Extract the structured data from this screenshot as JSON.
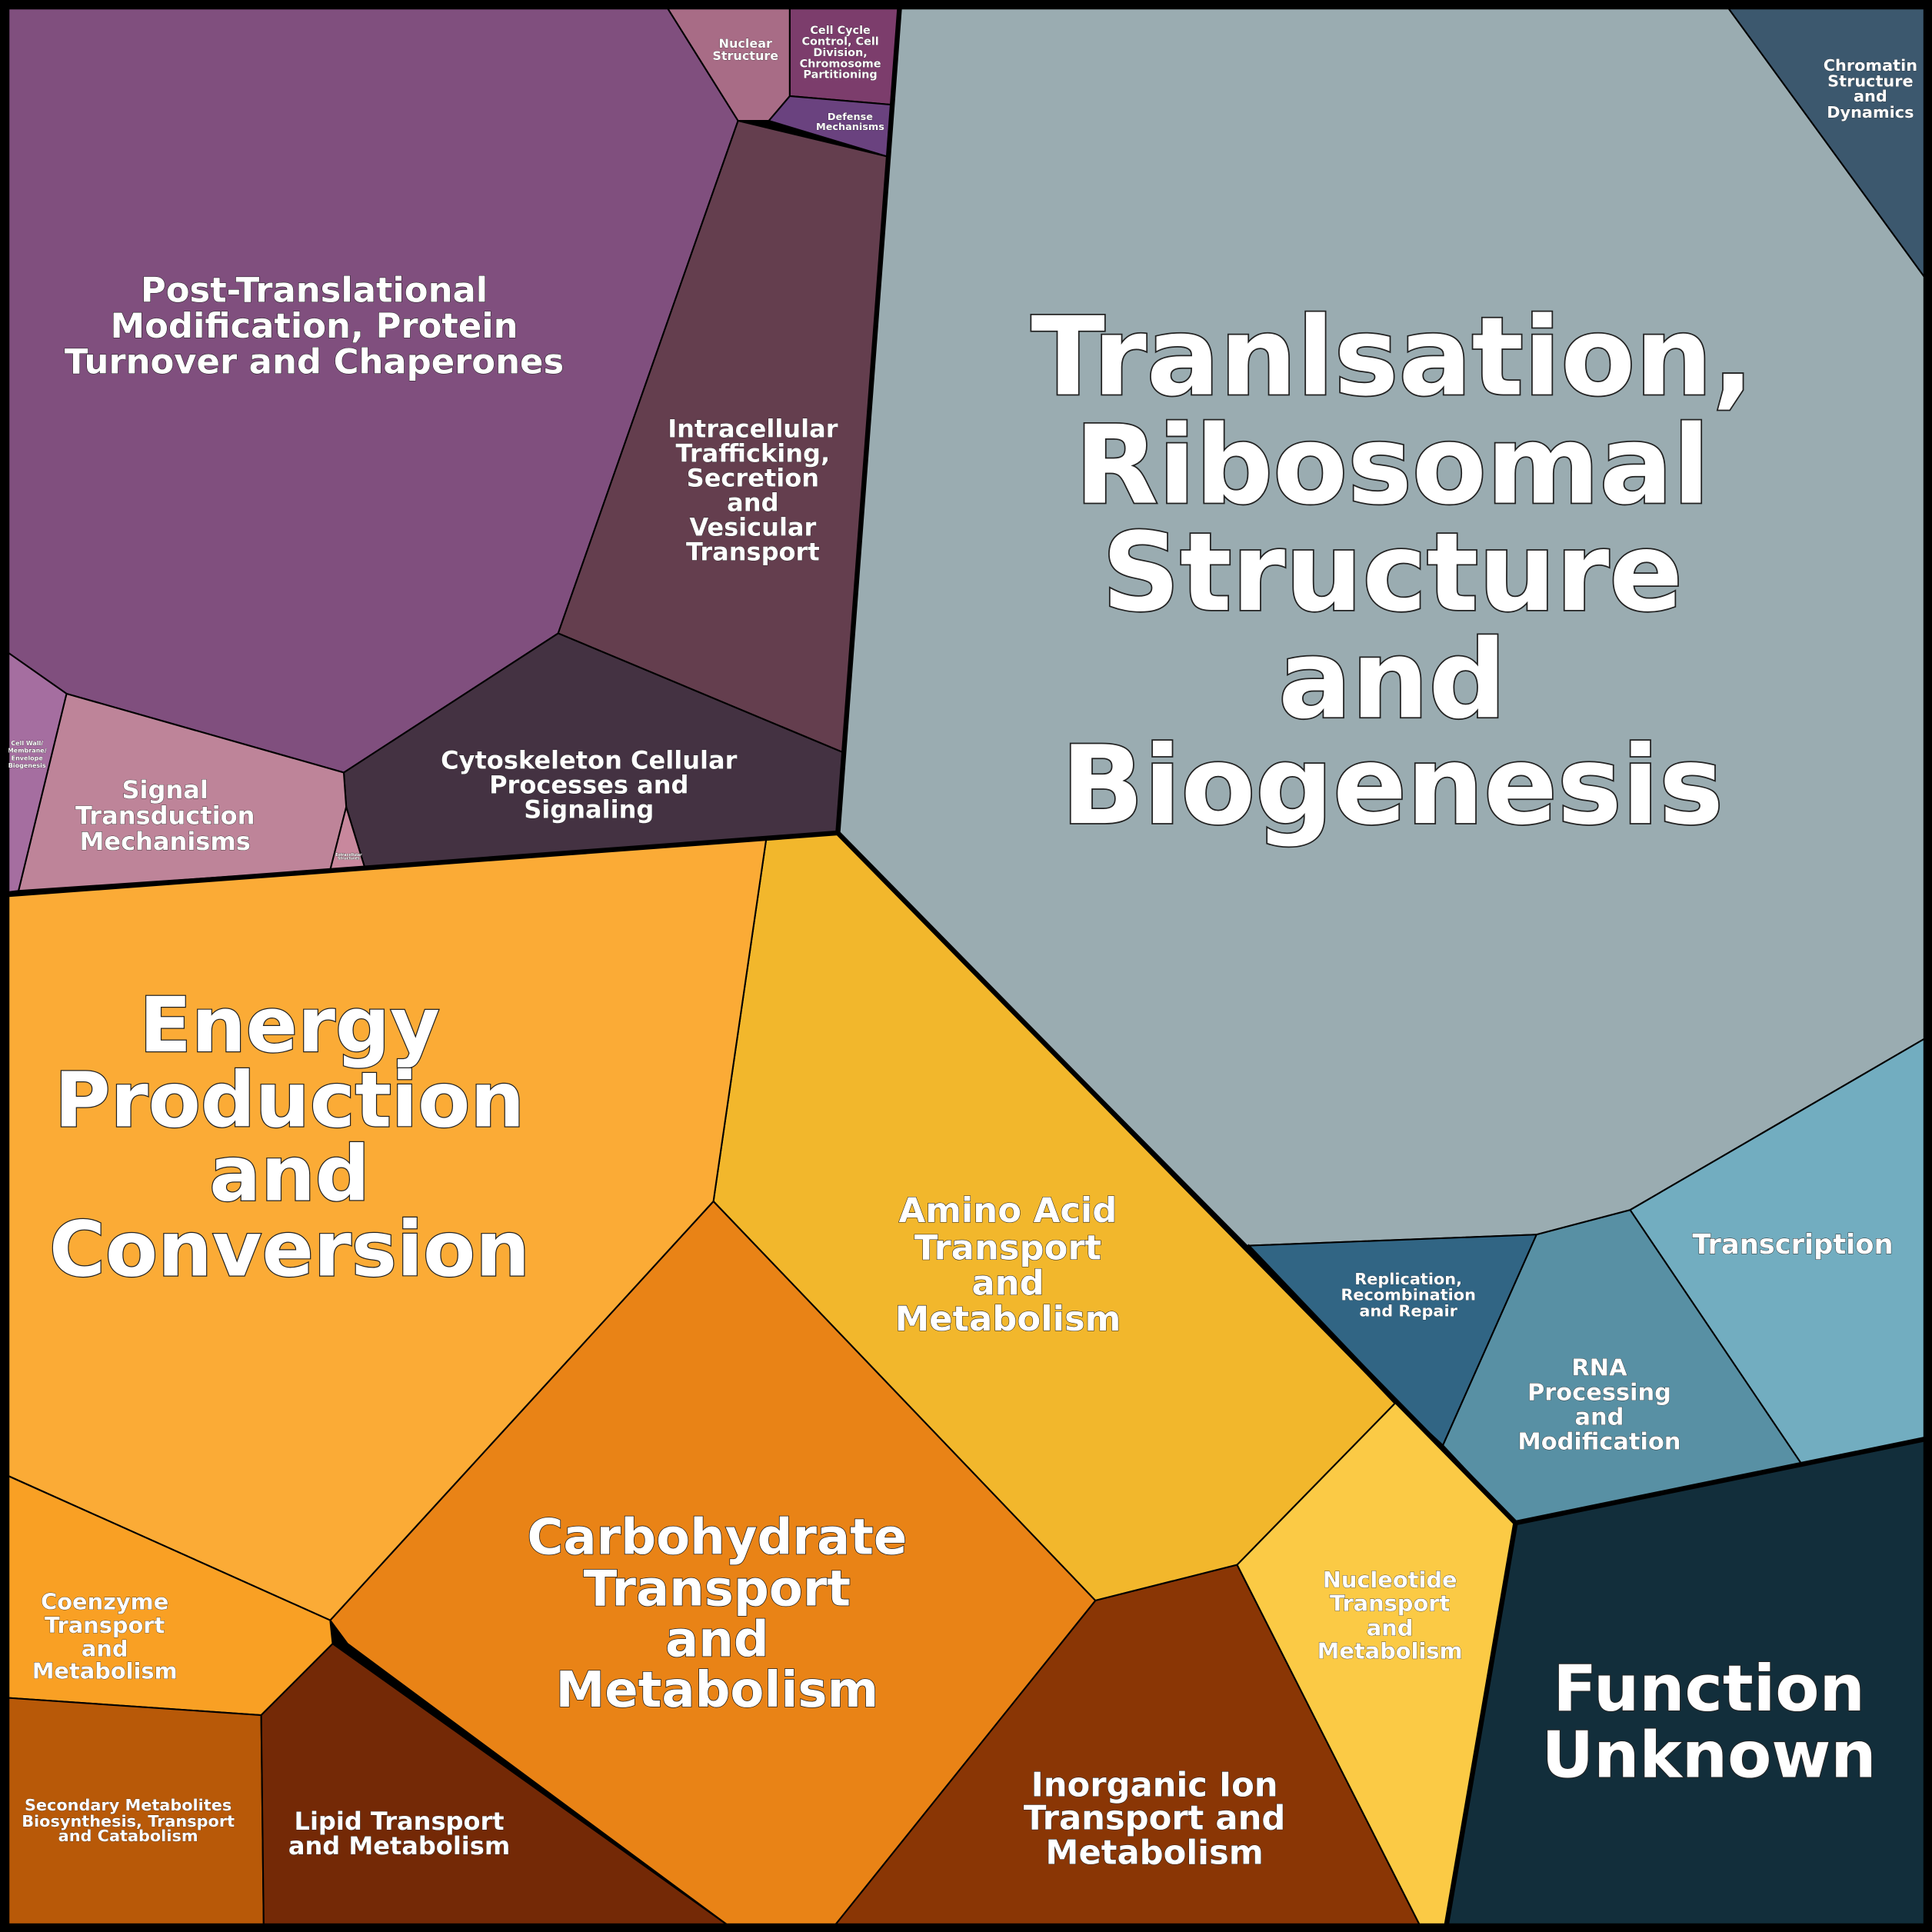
{
  "title": "Voronoi treemap of COG functional categories",
  "cells": [
    {
      "name": "translation",
      "lines": [
        "Tranlsation,",
        "Ribosomal",
        "Structure",
        "and",
        "Biogenesis"
      ],
      "color": "#9aacb1"
    },
    {
      "name": "chromatin",
      "lines": [
        "Chromatin",
        "Structure",
        "and",
        "Dynamics"
      ],
      "color": "#3c586e"
    },
    {
      "name": "transcription",
      "lines": [
        "Transcription"
      ],
      "color": "#72adc0"
    },
    {
      "name": "rna-processing",
      "lines": [
        "RNA",
        "Processing",
        "and",
        "Modification"
      ],
      "color": "#5890a4"
    },
    {
      "name": "replication",
      "lines": [
        "Replication,",
        "Recombination",
        "and Repair"
      ],
      "color": "#316584"
    },
    {
      "name": "function-unknown",
      "lines": [
        "Function",
        "Unknown"
      ],
      "color": "#122e3b"
    },
    {
      "name": "nucleotide",
      "lines": [
        "Nucleotide",
        "Transport",
        "and",
        "Metabolism"
      ],
      "color": "#fbca45"
    },
    {
      "name": "amino-acid",
      "lines": [
        "Amino Acid",
        "Transport",
        "and",
        "Metabolism"
      ],
      "color": "#f2b72c"
    },
    {
      "name": "inorganic-ion",
      "lines": [
        "Inorganic Ion",
        "Transport and",
        "Metabolism"
      ],
      "color": "#8a3605"
    },
    {
      "name": "carbohydrate",
      "lines": [
        "Carbohydrate",
        "Transport",
        "and",
        "Metabolism"
      ],
      "color": "#e98316"
    },
    {
      "name": "energy",
      "lines": [
        "Energy",
        "Production",
        "and",
        "Conversion"
      ],
      "color": "#fbab36"
    },
    {
      "name": "coenzyme",
      "lines": [
        "Coenzyme",
        "Transport",
        "and",
        "Metabolism"
      ],
      "color": "#f9a024"
    },
    {
      "name": "secondary-metabolites",
      "lines": [
        "Secondary Metabolites",
        "Biosynthesis, Transport",
        "and Catabolism"
      ],
      "color": "#b85908"
    },
    {
      "name": "lipid",
      "lines": [
        "Lipid Transport",
        "and Metabolism"
      ],
      "color": "#742906"
    },
    {
      "name": "post-translational",
      "lines": [
        "Post-Translational",
        "Modification, Protein",
        "Turnover and Chaperones"
      ],
      "color": "#804f7e"
    },
    {
      "name": "nuclear-structure",
      "lines": [
        "Nuclear",
        "Structure"
      ],
      "color": "#a86c86"
    },
    {
      "name": "cell-cycle",
      "lines": [
        "Cell Cycle",
        "Control, Cell",
        "Division,",
        "Chromosome",
        "Partitioning"
      ],
      "color": "#7c3d6c"
    },
    {
      "name": "defense",
      "lines": [
        "Defense",
        "Mechanisms"
      ],
      "color": "#6a427f"
    },
    {
      "name": "intracellular-trafficking",
      "lines": [
        "Intracellular",
        "Trafficking,",
        "Secretion",
        "and",
        "Vesicular",
        "Transport"
      ],
      "color": "#643e4e"
    },
    {
      "name": "cytoskeleton",
      "lines": [
        "Cytoskeleton Cellular",
        "Processes and",
        "Signaling"
      ],
      "color": "#443242"
    },
    {
      "name": "signal-transduction",
      "lines": [
        "Signal",
        "Transduction",
        "Mechanisms"
      ],
      "color": "#be8499"
    },
    {
      "name": "extracellular-structures",
      "lines": [
        "Extracellular",
        "Structures"
      ],
      "color": "#c8889d"
    },
    {
      "name": "cell-wall",
      "lines": [
        "Cell Wall/",
        "Membrane/",
        "Envelope",
        "Biogenesis"
      ],
      "color": "#a56ea0"
    }
  ]
}
